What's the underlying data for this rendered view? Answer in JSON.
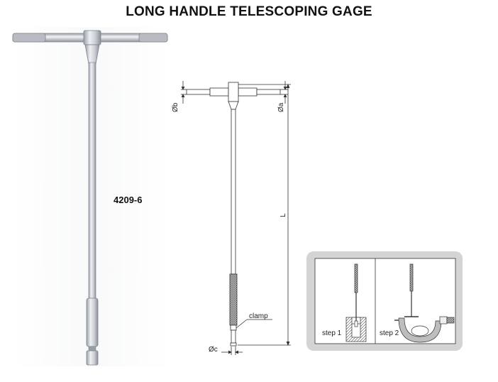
{
  "title": "LONG HANDLE TELESCOPING GAGE",
  "model": "4209-6",
  "dimensions": {
    "dia_b": "Øb",
    "dia_a": "Øa",
    "length": "L",
    "dia_c": "Øc",
    "clamp": "clamp"
  },
  "steps": {
    "step1": "step 1",
    "step2": "step 2"
  }
}
